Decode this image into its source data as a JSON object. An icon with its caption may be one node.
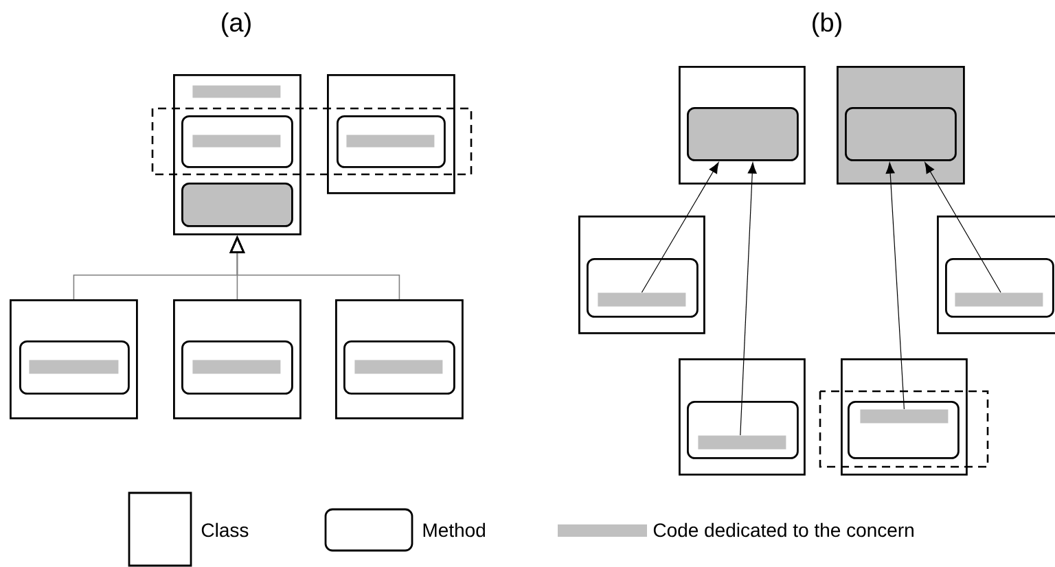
{
  "diagram": {
    "nodes": [
      {
        "text": [],
        "shape": "box"
      },
      {
        "text": [],
        "shape": "bar",
        "in": 0
      },
      {
        "text": [],
        "shape": "box",
        "in": 0
      },
      {
        "text": [],
        "shape": "bar",
        "in": 2
      },
      {
        "text": [],
        "shape": "box",
        "in": 0
      },
      {
        "text": [],
        "shape": "box"
      },
      {
        "text": [],
        "shape": "box",
        "in": 5
      },
      {
        "text": [],
        "shape": "bar",
        "in": 6
      },
      {
        "text": [],
        "shape": "box"
      },
      {
        "text": [],
        "shape": "box",
        "in": 8
      },
      {
        "text": [],
        "shape": "bar",
        "in": 9
      },
      {
        "text": [],
        "shape": "box"
      },
      {
        "text": [],
        "shape": "box",
        "in": 11
      },
      {
        "text": [],
        "shape": "bar",
        "in": 12
      },
      {
        "text": [],
        "shape": "box"
      },
      {
        "text": [],
        "shape": "box",
        "in": 14
      },
      {
        "text": [],
        "shape": "bar",
        "in": 15
      },
      {
        "text": [],
        "shape": "box"
      },
      {
        "text": [],
        "shape": "box",
        "in": 17
      },
      {
        "text": [],
        "shape": "box"
      },
      {
        "text": [],
        "shape": "box",
        "in": 19
      },
      {
        "text": [],
        "shape": "box"
      },
      {
        "text": [],
        "shape": "box",
        "in": 21
      },
      {
        "text": [],
        "shape": "bar",
        "in": 22
      },
      {
        "text": [],
        "shape": "box"
      },
      {
        "text": [],
        "shape": "box",
        "in": 24
      },
      {
        "text": [],
        "shape": "bar",
        "in": 25
      },
      {
        "text": [],
        "shape": "box"
      },
      {
        "text": [],
        "shape": "box",
        "in": 27
      },
      {
        "text": [],
        "shape": "bar",
        "in": 28
      },
      {
        "text": [],
        "shape": "box"
      },
      {
        "text": [],
        "shape": "box",
        "in": 30
      },
      {
        "text": [],
        "shape": "bar",
        "in": 31
      }
    ],
    "edges": [
      {
        "from": 8,
        "to": 0,
        "arrow": "to",
        "color": "#808080"
      },
      {
        "from": 11,
        "to": 0,
        "arrow": "to",
        "color": "#808080"
      },
      {
        "from": 14,
        "to": 0,
        "arrow": "to",
        "color": "#808080"
      },
      {
        "from": 23,
        "to": 18,
        "arrow": "to"
      },
      {
        "from": 29,
        "to": 18,
        "arrow": "to"
      },
      {
        "from": 32,
        "to": 20,
        "arrow": "to"
      },
      {
        "from": 26,
        "to": 20,
        "arrow": "to"
      }
    ],
    "labels": [
      "(a)",
      "(b)"
    ],
    "legend": [
      {
        "text": "Class"
      },
      {
        "text": "Method"
      },
      {
        "text": "Code dedicated to the concern",
        "color": "#c0c0c0"
      }
    ]
  }
}
